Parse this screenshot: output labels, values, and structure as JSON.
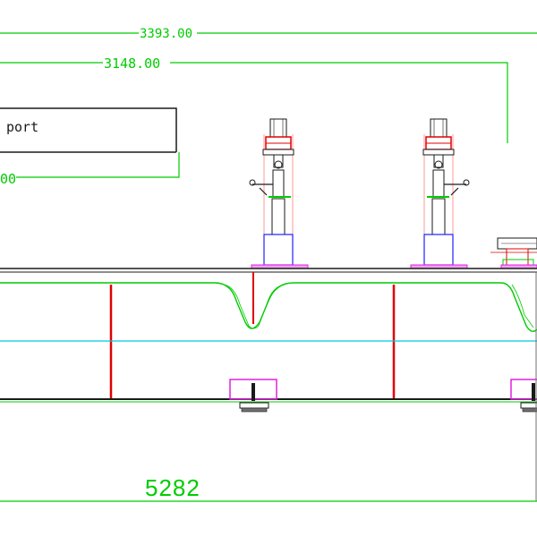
{
  "dimensions": {
    "top": "3393.00",
    "second": "3148.00",
    "partial_left": "00",
    "bottom": "5282"
  },
  "labels": {
    "support_box": "port"
  },
  "colors": {
    "background": "#ffffff",
    "dimension": "#00cc00",
    "outline": "#1a1a1a",
    "red": "#e00000",
    "cyan": "#00c8e0",
    "blue": "#2020ff",
    "magenta": "#e020e0",
    "pink": "#ff8080",
    "gray": "#707070"
  }
}
